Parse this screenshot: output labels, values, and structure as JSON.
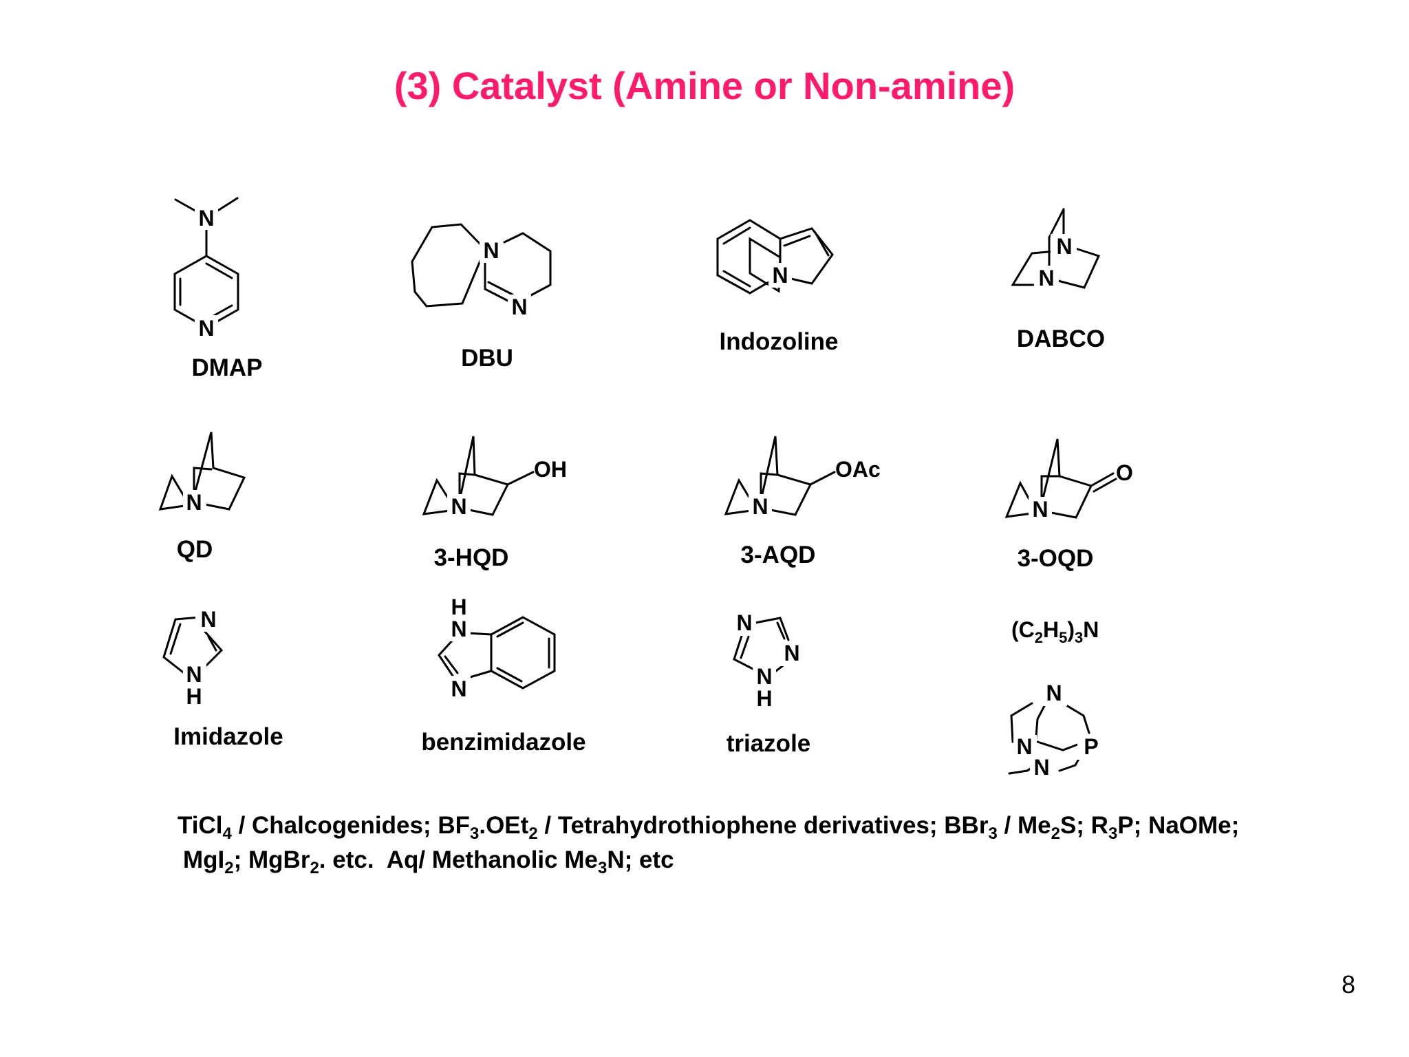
{
  "title": "(3) Catalyst (Amine or Non-amine)",
  "colors": {
    "title": "#ff1a6b",
    "text": "#000000",
    "background": "#ffffff"
  },
  "compounds": {
    "dmap": "DMAP",
    "dbu": "DBU",
    "indozoline": "Indozoline",
    "dabco": "DABCO",
    "qd": "QD",
    "hqd": "3-HQD",
    "aqd": "3-AQD",
    "oqd": "3-OQD",
    "imidazole": "Imidazole",
    "benzimidazole": "benzimidazole",
    "triazole": "triazole"
  },
  "atoms": {
    "n": "N",
    "o": "O",
    "h": "H",
    "p": "P",
    "oh": "OH",
    "oac": "OAc"
  },
  "formula_triethylamine": [
    "(C",
    "2",
    "H",
    "5",
    ")",
    "3",
    "N"
  ],
  "note_line1": [
    "TiCl",
    "4",
    " / Chalcogenides; BF",
    "3",
    ".OEt",
    "2",
    " / Tetrahydrothiophene derivatives; BBr",
    "3",
    " / Me",
    "2",
    "S; R",
    "3",
    "P; NaOMe;"
  ],
  "note_line2": [
    "MgI",
    "2",
    "; MgBr",
    "2",
    ". etc.  Aq/ Methanolic Me",
    "3",
    "N; etc"
  ],
  "page_number": "8"
}
